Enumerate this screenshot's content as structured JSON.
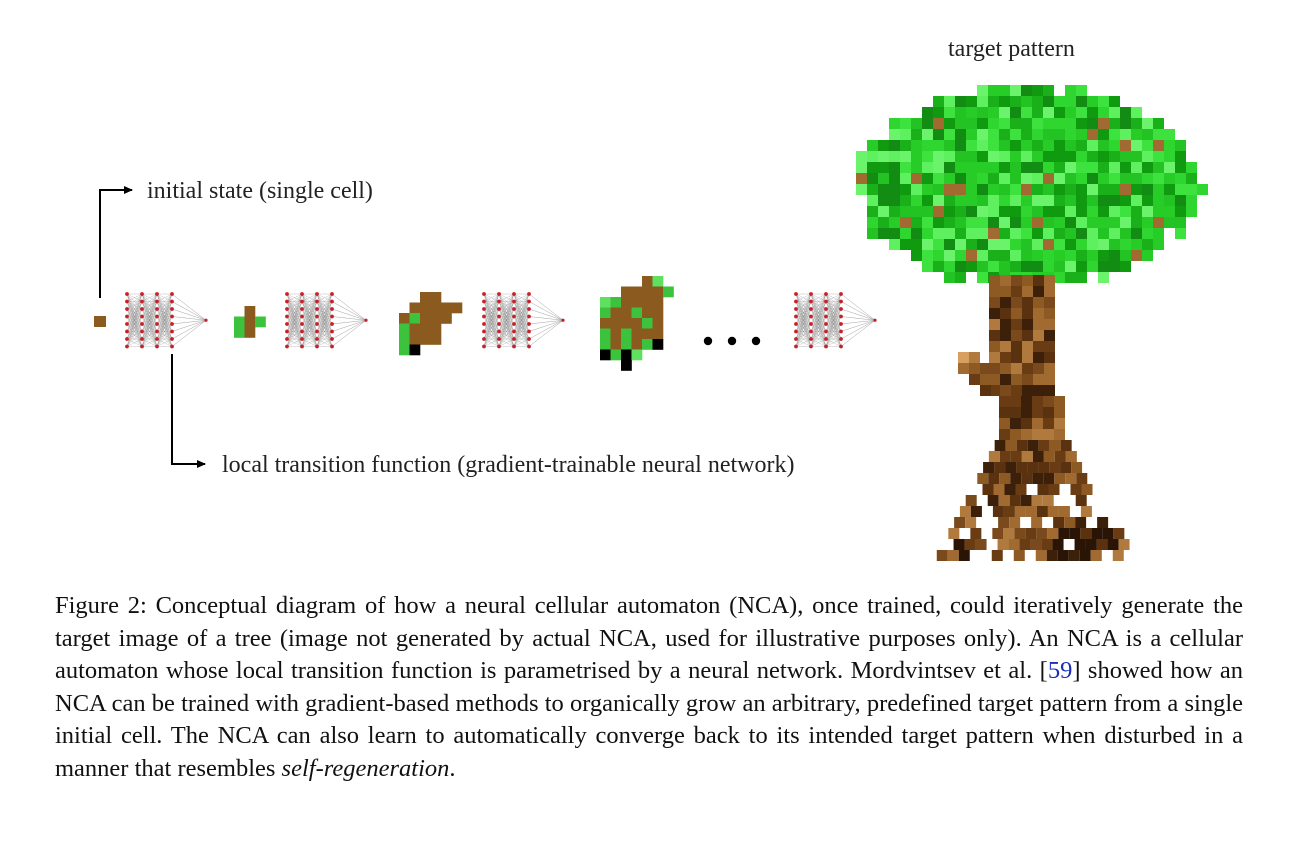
{
  "figure": {
    "label_target": "target pattern",
    "label_initial": "initial state (single cell)",
    "label_transition": "local transition function (gradient-trainable neural network)",
    "ellipsis": "• • •",
    "colors": {
      "cell_brown": "#8a5a1f",
      "cell_green": "#3cc23c",
      "cell_light_green": "#5fe05f",
      "cell_black": "#000000",
      "node_red": "#c8202a",
      "edge_gray": "#8a8a8a",
      "leaf_green": "#2fd02f",
      "trunk_brown": "#7a4a1c"
    }
  },
  "caption": {
    "prefix": "Figure 2: Conceptual diagram of how a neural cellular automaton (NCA), once trained, could iteratively generate the target image of a tree (image not generated by actual NCA, used for illustrative purposes only). An NCA is a cellular automaton whose local transition function is parametrised by a neural network. Mordvintsev et al. [",
    "ref": "59",
    "middle": "] showed how an NCA can be trained with gradient-based methods to organically grow an arbitrary, predefined target pattern from a single initial cell. The NCA can also learn to automatically converge back to its intended target pattern when disturbed in a manner that resembles ",
    "emph": "self-regeneration",
    "suffix": "."
  }
}
